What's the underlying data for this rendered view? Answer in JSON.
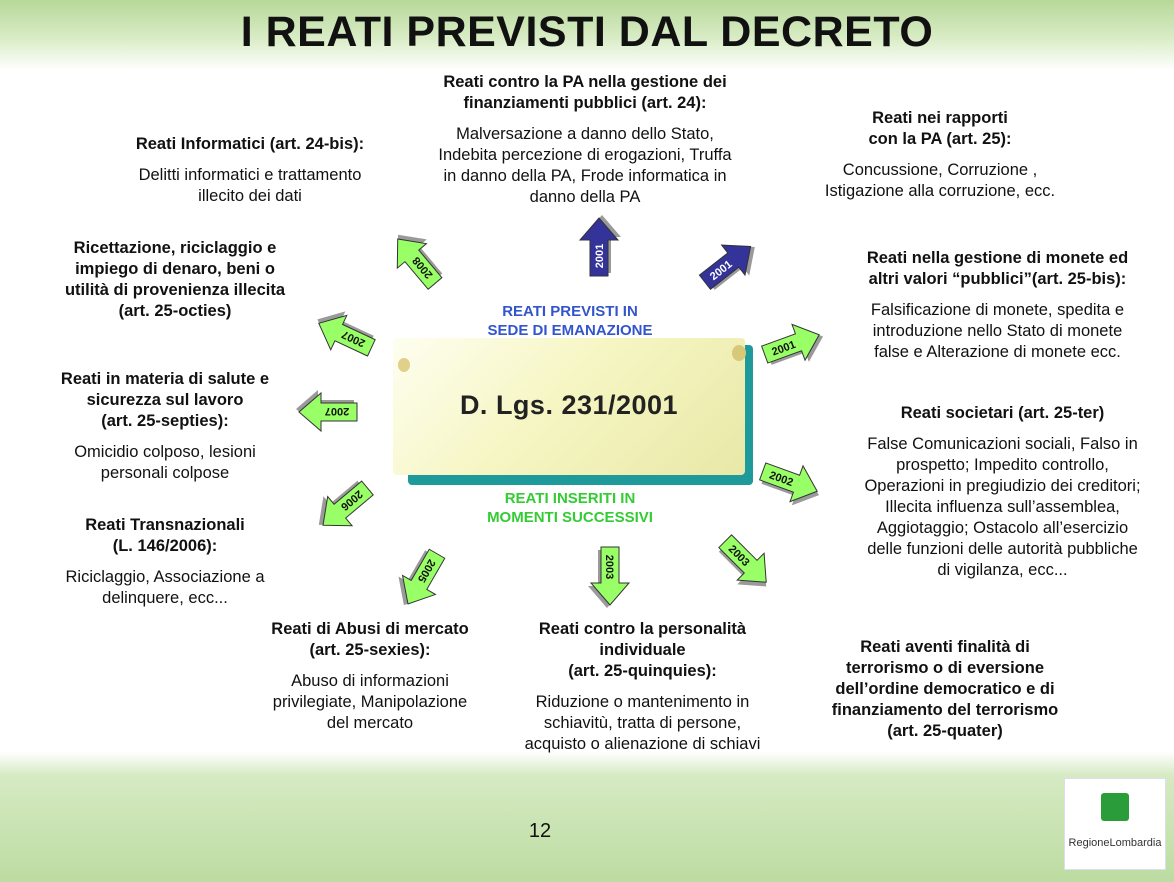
{
  "slide": {
    "title": "I REATI PREVISTI DAL DECRETO",
    "page_number": "12",
    "logo_text": "RegioneLombardia"
  },
  "center": {
    "scroll_text": "D. Lgs. 231/2001",
    "upper_label_1": "REATI PREVISTI IN",
    "upper_label_2": "SEDE DI EMANAZIONE",
    "lower_label_1": "REATI INSERITI IN",
    "lower_label_2": "MOMENTI SUCCESSIVI"
  },
  "colors": {
    "arrow_blue": "#333399",
    "arrow_green": "#99ff66",
    "upper_label": "#3355cc",
    "lower_label": "#33cc33"
  },
  "arrows": [
    {
      "year": "2001",
      "color": "blue"
    },
    {
      "year": "2001",
      "color": "blue"
    },
    {
      "year": "2001",
      "color": "green"
    },
    {
      "year": "2002",
      "color": "green"
    },
    {
      "year": "2003",
      "color": "green"
    },
    {
      "year": "2003",
      "color": "green"
    },
    {
      "year": "2005",
      "color": "green"
    },
    {
      "year": "2006",
      "color": "green"
    },
    {
      "year": "2007",
      "color": "green"
    },
    {
      "year": "2007",
      "color": "green"
    },
    {
      "year": "2008",
      "color": "green"
    }
  ],
  "blocks": {
    "art24": {
      "heading_1": "Reati contro la PA nella gestione dei",
      "heading_2": "finanziamenti pubblici (art. 24):",
      "body_1": "Malversazione a danno dello Stato,",
      "body_2": "Indebita percezione di erogazioni, Truffa",
      "body_3": "in danno della PA, Frode informatica in",
      "body_4": "danno della PA"
    },
    "art25": {
      "heading_1": "Reati nei rapporti",
      "heading_2": "con la PA (art. 25):",
      "body_1": "Concussione, Corruzione ,",
      "body_2": "Istigazione alla corruzione, ecc."
    },
    "art25bis": {
      "heading_1": "Reati nella gestione di monete ed",
      "heading_2": "altri valori “pubblici”(art. 25-bis):",
      "body_1": "Falsificazione di monete, spedita e",
      "body_2": "introduzione nello Stato di monete",
      "body_3": "false e Alterazione di monete ecc."
    },
    "art25ter": {
      "heading_1": "Reati societari (art. 25-ter)",
      "body_1": "False Comunicazioni sociali, Falso in",
      "body_2": "prospetto; Impedito controllo,",
      "body_3": "Operazioni in pregiudizio dei creditori;",
      "body_4": "Illecita influenza sull’assemblea,",
      "body_5": "Aggiotaggio; Ostacolo all’esercizio",
      "body_6": "delle funzioni delle autorità pubbliche",
      "body_7": "di vigilanza, ecc..."
    },
    "art25quater": {
      "heading_1": "Reati aventi finalità di",
      "heading_2": "terrorismo o di eversione",
      "heading_3": "dell’ordine democratico e di",
      "heading_4": "finanziamento del terrorismo",
      "heading_5": "(art. 25-quater)"
    },
    "art25quinquies": {
      "heading_1": "Reati contro la personalità",
      "heading_2": "individuale",
      "heading_3": "(art. 25-quinquies):",
      "body_1": "Riduzione o mantenimento in",
      "body_2": "schiavitù, tratta di persone,",
      "body_3": "acquisto o alienazione di schiavi"
    },
    "art25sexies": {
      "heading_1": "Reati di Abusi di mercato",
      "heading_2": "(art. 25-sexies):",
      "body_1": "Abuso di informazioni",
      "body_2": "privilegiate, Manipolazione",
      "body_3": "del mercato"
    },
    "transnazionali": {
      "heading_1": "Reati Transnazionali",
      "heading_2": "(L. 146/2006):",
      "body_1": "Riciclaggio, Associazione a",
      "body_2": "delinquere, ecc..."
    },
    "art25septies": {
      "heading_1": "Reati in materia di salute e",
      "heading_2": "sicurezza sul lavoro",
      "heading_3": "(art. 25-septies):",
      "body_1": "Omicidio colposo, lesioni",
      "body_2": "personali colpose"
    },
    "art25octies": {
      "heading_1": "Ricettazione, riciclaggio e",
      "heading_2": "impiego di denaro, beni o",
      "heading_3": "utilità di provenienza illecita",
      "heading_4": "(art. 25-octies)"
    },
    "art24bis": {
      "heading_1": "Reati Informatici (art. 24-bis):",
      "body_1": "Delitti informatici e trattamento",
      "body_2": "illecito dei dati"
    }
  }
}
